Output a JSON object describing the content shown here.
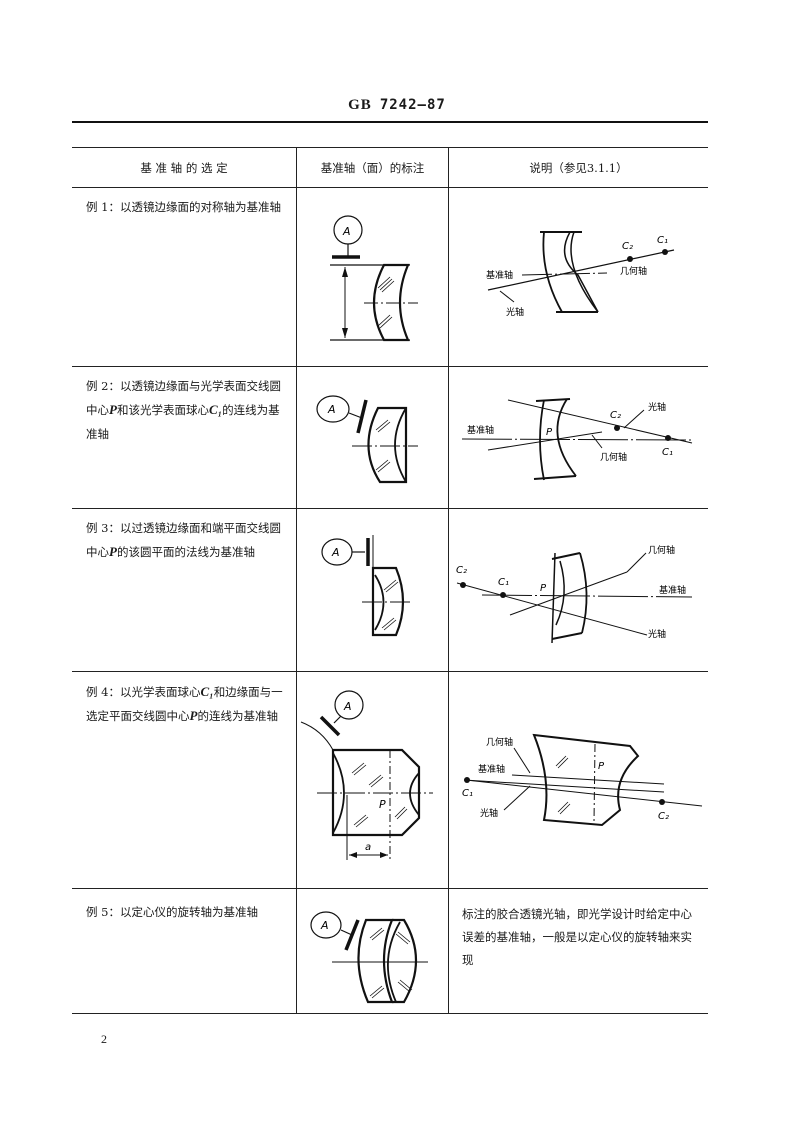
{
  "header": {
    "prefix": "GB",
    "standard_number": "7242—87"
  },
  "table": {
    "columns": [
      "基 准 轴 的 选 定",
      "基准轴（面）的标注",
      "说明（参见3.1.1）"
    ],
    "rows": [
      {
        "example_label": "例 1：",
        "selection_text": "以透镜边缘面的对称轴为基准轴",
        "datum_label": "A",
        "diagram_labels": {
          "c1": "C₁",
          "c2": "C₂",
          "datum_axis": "基准轴",
          "geometric_axis": "几何轴",
          "optical_axis": "光轴"
        }
      },
      {
        "example_label": "例 2：",
        "selection_text_parts": [
          "以透镜边缘面与光学表面交线圆中心",
          "P",
          "和该光学表面球心",
          "C₁",
          "的连线为基准轴"
        ],
        "datum_label": "A",
        "diagram_labels": {
          "c1": "C₁",
          "c2": "C₂",
          "p": "P",
          "datum_axis": "基准轴",
          "geometric_axis": "几何轴",
          "optical_axis": "光轴"
        }
      },
      {
        "example_label": "例 3：",
        "selection_text_parts": [
          "以过透镜边缘面和端平面交线圆中心",
          "P",
          "的该圆平面的法线为基准轴"
        ],
        "datum_label": "A",
        "diagram_labels": {
          "c1": "C₁",
          "c2": "C₂",
          "p": "P",
          "datum_axis": "基准轴",
          "geometric_axis": "几何轴",
          "optical_axis": "光轴"
        }
      },
      {
        "example_label": "例 4：",
        "selection_text_parts": [
          "以光学表面球心",
          "C₁",
          "和边缘面与一选定平面交线圆中心",
          "P",
          "的连线为基准轴"
        ],
        "datum_label": "A",
        "dimension_label": "a",
        "p_label": "P",
        "diagram_labels": {
          "c1": "C₁",
          "c2": "C₂",
          "p": "P",
          "datum_axis": "基准轴",
          "geometric_axis": "几何轴",
          "optical_axis": "光轴"
        }
      },
      {
        "example_label": "例 5：",
        "selection_text": "以定心仪的旋转轴为基准轴",
        "datum_label": "A",
        "description": "标注的胶合透镜光轴，即光学设计时给定中心误差的基准轴，一般是以定心仪的旋转轴来实现"
      }
    ]
  },
  "page_number": "2"
}
